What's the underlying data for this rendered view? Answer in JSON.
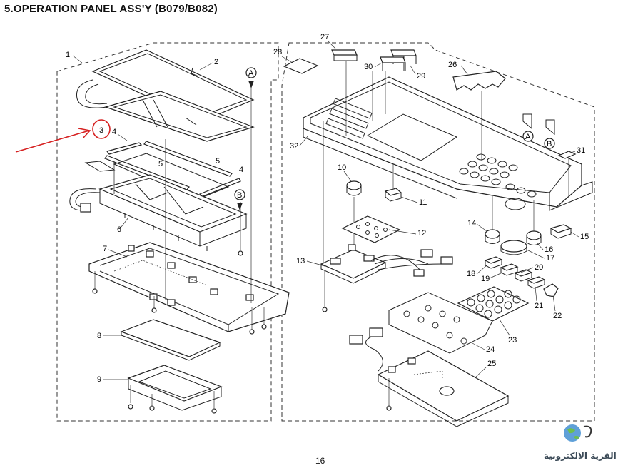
{
  "title": "5.OPERATION PANEL ASS'Y (B079/B082)",
  "page_number": "16",
  "watermark_text": "القرية الالكترونية",
  "callout_labels": [
    "1",
    "2",
    "3",
    "4",
    "5",
    "5",
    "4",
    "6",
    "7",
    "8",
    "9",
    "10",
    "11",
    "12",
    "13",
    "14",
    "15",
    "16",
    "17",
    "18",
    "19",
    "20",
    "21",
    "22",
    "23",
    "24",
    "25",
    "26",
    "27",
    "28",
    "29",
    "30",
    "31",
    "32"
  ],
  "reference_markers": [
    "A",
    "B",
    "A",
    "B"
  ],
  "colors": {
    "annotation": "#d62020",
    "line": "#222222"
  }
}
